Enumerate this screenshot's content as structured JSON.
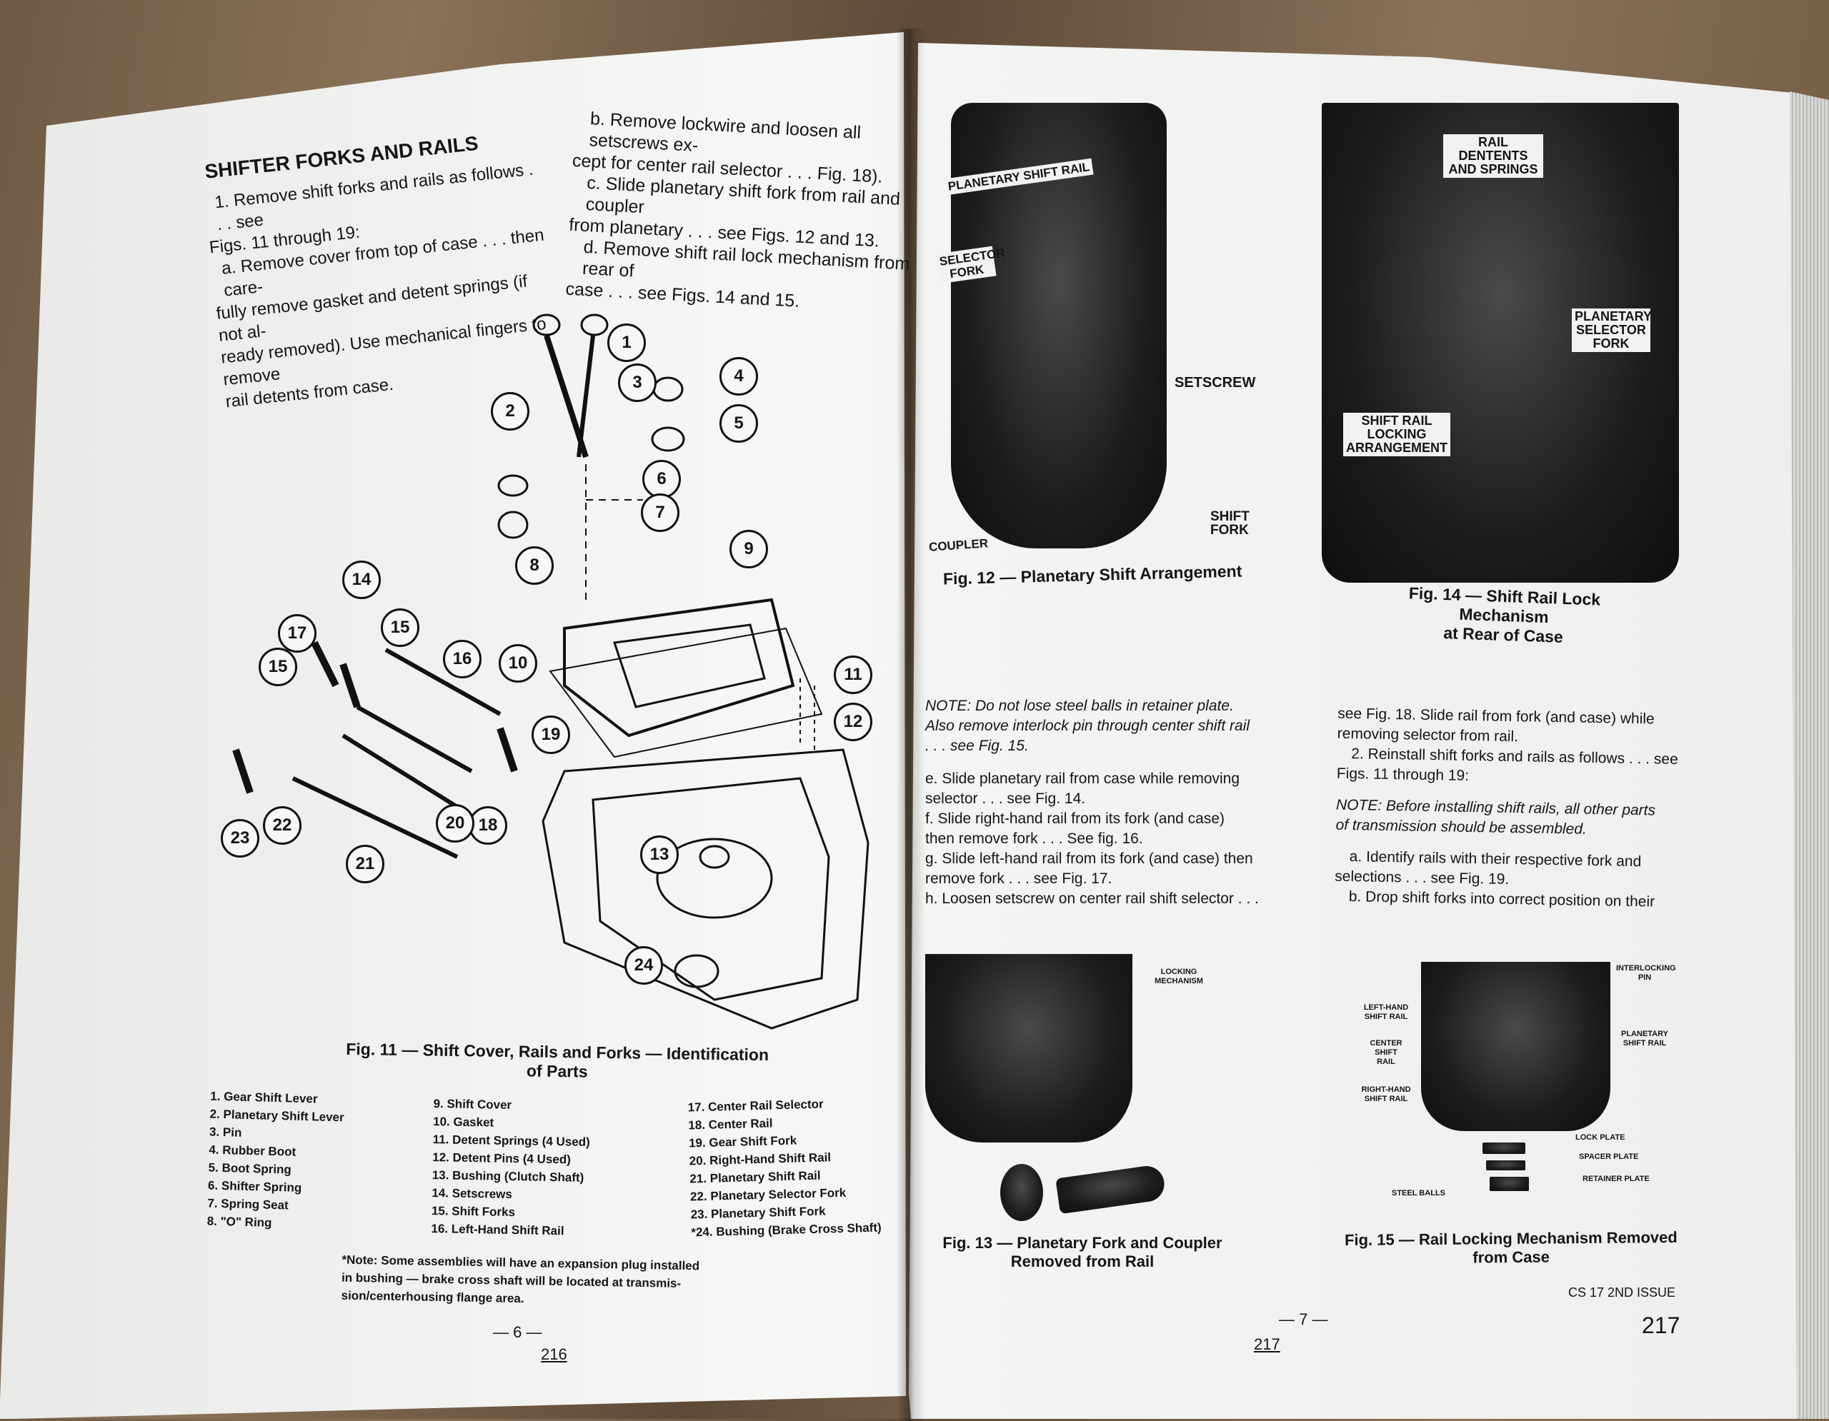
{
  "left_page": {
    "title": "SHIFTER FORKS AND RAILS",
    "intro_lines": [
      "1. Remove shift forks and rails as follows . . . see",
      "Figs. 11 through 19:",
      "a. Remove cover from top of case . . . then care-",
      "fully remove gasket and detent springs (if not al-",
      "ready removed). Use mechanical fingers to remove",
      "rail detents from case."
    ],
    "col2_lines": [
      "b. Remove lockwire and loosen all setscrews ex-",
      "cept for center rail selector . . . Fig. 18).",
      "c. Slide planetary shift fork from rail and coupler",
      "from planetary . . . see Figs. 12 and 13.",
      "d. Remove shift rail lock mechanism from rear of",
      "case . . . see Figs. 14 and 15."
    ],
    "callouts": [
      "1",
      "2",
      "3",
      "4",
      "5",
      "6",
      "7",
      "8",
      "9",
      "10",
      "11",
      "12",
      "13",
      "14",
      "15",
      "15",
      "16",
      "17",
      "18",
      "19",
      "20",
      "21",
      "22",
      "23",
      "24"
    ],
    "fig11_caption_line1": "Fig. 11 — Shift Cover, Rails and Forks — Identification",
    "fig11_caption_line2": "of Parts",
    "parts_col1": [
      "1. Gear Shift Lever",
      "2. Planetary Shift Lever",
      "3. Pin",
      "4. Rubber Boot",
      "5. Boot Spring",
      "6. Shifter Spring",
      "7. Spring Seat",
      "8. \"O\" Ring"
    ],
    "parts_col2": [
      "9. Shift Cover",
      "10. Gasket",
      "11. Detent Springs (4 Used)",
      "12. Detent Pins (4 Used)",
      "13. Bushing (Clutch Shaft)",
      "14. Setscrews",
      "15. Shift Forks",
      "16. Left-Hand Shift Rail"
    ],
    "parts_col3": [
      "17. Center Rail Selector",
      "18. Center Rail",
      "19. Gear Shift Fork",
      "20. Right-Hand Shift Rail",
      "21. Planetary Shift Rail",
      "22. Planetary Selector Fork",
      "23. Planetary Shift Fork",
      "*24. Bushing (Brake Cross Shaft)"
    ],
    "note_lines": [
      "*Note: Some assemblies will have an expansion plug installed",
      "in bushing — brake cross shaft will be located at transmis-",
      "sion/centerhousing flange area."
    ],
    "page_marker": "— 6 —",
    "page_number": "216"
  },
  "right_page": {
    "fig12": {
      "caption": "Fig. 12 — Planetary Shift Arrangement",
      "labels": [
        "PLANETARY SHIFT RAIL",
        "SELECTOR FORK",
        "SETSCREW",
        "SHIFT FORK",
        "COUPLER"
      ]
    },
    "fig14": {
      "caption_line1": "Fig. 14 — Shift Rail Lock Mechanism",
      "caption_line2": "at Rear of Case",
      "labels": [
        "RAIL DENTENTS AND SPRINGS",
        "PLANETARY SELECTOR FORK",
        "SHIFT RAIL LOCKING ARRANGEMENT"
      ]
    },
    "col1_lines": [
      "NOTE: Do not lose steel balls in retainer plate.",
      "Also remove interlock pin through center shift rail",
      ". . . see Fig. 15.",
      "e. Slide planetary rail from case while removing",
      "selector . . . see Fig. 14.",
      "f. Slide right-hand rail from its fork (and case)",
      "then remove fork . . . See fig. 16.",
      "g. Slide left-hand rail from its fork (and case) then",
      "remove fork . . . see Fig. 17.",
      "h. Loosen setscrew on center rail shift selector . . ."
    ],
    "col2_lines": [
      "see Fig. 18. Slide rail from fork (and case) while",
      "removing selector from rail.",
      "2. Reinstall shift forks and rails as follows . . . see",
      "Figs. 11 through 19:",
      "NOTE: Before installing shift rails, all other parts",
      "of transmission should be assembled.",
      "a. Identify rails with their respective fork and",
      "selections . . . see Fig. 19.",
      "b. Drop shift forks into correct position on their"
    ],
    "fig13": {
      "caption_line1": "Fig. 13 — Planetary Fork and Coupler",
      "caption_line2": "Removed from Rail",
      "labels": [
        "LOCKING MECHANISM"
      ]
    },
    "fig15": {
      "caption_line1": "Fig. 15 — Rail Locking Mechanism Removed",
      "caption_line2": "from Case",
      "labels": [
        "INTERLOCKING PIN",
        "LEFT-HAND SHIFT RAIL",
        "CENTER SHIFT RAIL",
        "RIGHT-HAND SHIFT RAIL",
        "PLANETARY SHIFT RAIL",
        "LOCK PLATE",
        "SPACER PLATE",
        "RETAINER PLATE",
        "STEEL BALLS"
      ]
    },
    "page_marker": "— 7 —",
    "page_number": "217",
    "issue": "CS 17 2ND ISSUE",
    "stamp_number": "217"
  }
}
